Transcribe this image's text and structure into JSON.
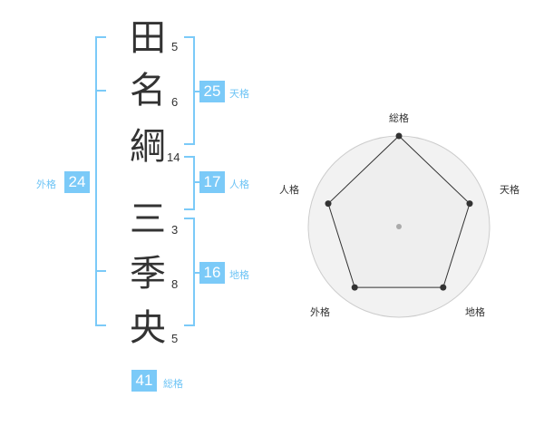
{
  "name": {
    "characters": [
      {
        "char": "田",
        "strokes": "5"
      },
      {
        "char": "名",
        "strokes": "6"
      },
      {
        "char": "綱",
        "strokes": "14"
      },
      {
        "char": "三",
        "strokes": "3"
      },
      {
        "char": "季",
        "strokes": "8"
      },
      {
        "char": "央",
        "strokes": "5"
      }
    ]
  },
  "fortune": {
    "tenkaku": {
      "value": "25",
      "label": "天格"
    },
    "jinkaku": {
      "value": "17",
      "label": "人格"
    },
    "chikaku": {
      "value": "16",
      "label": "地格"
    },
    "gaikaku": {
      "value": "24",
      "label": "外格"
    },
    "soukaku": {
      "value": "41",
      "label": "総格"
    }
  },
  "radar": {
    "axes": [
      "総格",
      "天格",
      "地格",
      "外格",
      "人格"
    ],
    "values": [
      1.0,
      0.82,
      0.83,
      0.83,
      0.82
    ],
    "colors": {
      "fill": "#f2f2f2",
      "line": "#333333",
      "ring": "#cccccc",
      "center": "#aaaaaa"
    }
  }
}
